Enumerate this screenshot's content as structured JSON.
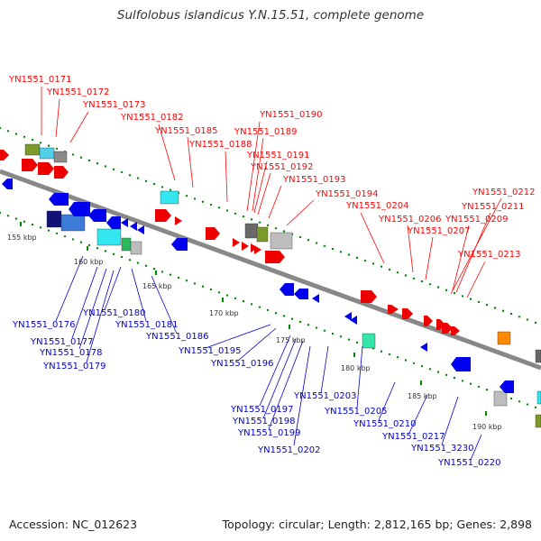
{
  "title": "Sulfolobus islandicus Y.N.15.51, complete genome",
  "footer": {
    "accession": "Accession: NC_012623",
    "topology": "Topology: circular; Length: 2,812,165 bp; Genes: 2,898"
  },
  "colors": {
    "upper_labels": "#ff0000",
    "lower_labels": "#0000cc",
    "backbone": "#888888",
    "tick_marks": "#008800"
  },
  "scale_ticks": [
    "155 kbp",
    "160 kbp",
    "165 kbp",
    "170 kbp",
    "175 kbp",
    "180 kbp",
    "185 kbp",
    "190 kbp"
  ],
  "upper_genes": [
    "YN1551_0171",
    "YN1551_0172",
    "YN1551_0173",
    "YN1551_0182",
    "YN1551_0185",
    "YN1551_0188",
    "YN1551_0190",
    "YN1551_0189",
    "YN1551_0191",
    "YN1551_0192",
    "YN1551_0193",
    "YN1551_0194",
    "YN1551_0204",
    "YN1551_0206",
    "YN1551_0207",
    "YN1551_0209",
    "YN1551_0211",
    "YN1551_0212",
    "YN1551_0213"
  ],
  "lower_genes": [
    "YN1551_0176",
    "YN1551_0177",
    "YN1551_0178",
    "YN1551_0179",
    "YN1551_0180",
    "YN1551_0181",
    "YN1551_0186",
    "YN1551_0195",
    "YN1551_0196",
    "YN1551_0197",
    "YN1551_0198",
    "YN1551_0199",
    "YN1551_0202",
    "YN1551_0203",
    "YN1551_0205",
    "YN1551_0210",
    "YN1551_0217",
    "YN1551_3230",
    "YN1551_0220"
  ]
}
